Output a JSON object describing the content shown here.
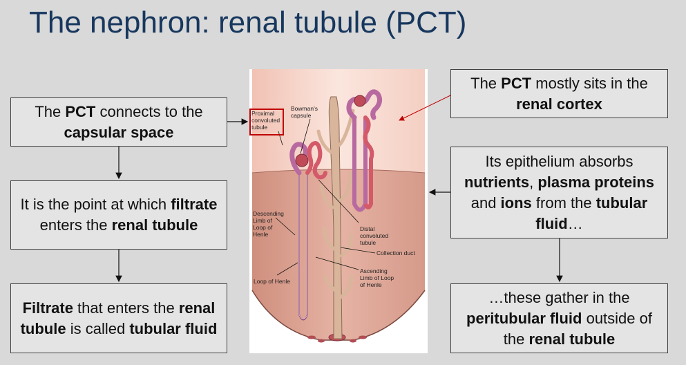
{
  "slide": {
    "title": "The nephron: renal tubule (PCT)"
  },
  "left_boxes": [
    {
      "parts": [
        {
          "t": "The ",
          "b": false
        },
        {
          "t": "PCT",
          "b": true
        },
        {
          "t": " connects to the ",
          "b": false
        },
        {
          "t": "capsular space",
          "b": true
        }
      ]
    },
    {
      "parts": [
        {
          "t": "It is the point at which ",
          "b": false
        },
        {
          "t": "filtrate",
          "b": true
        },
        {
          "t": " enters the ",
          "b": false
        },
        {
          "t": "renal tubule",
          "b": true
        }
      ]
    },
    {
      "parts": [
        {
          "t": "Filtrate",
          "b": true
        },
        {
          "t": " that enters the ",
          "b": false
        },
        {
          "t": "renal tubule",
          "b": true
        },
        {
          "t": " is called ",
          "b": false
        },
        {
          "t": "tubular fluid",
          "b": true
        }
      ]
    }
  ],
  "right_boxes": [
    {
      "parts": [
        {
          "t": "The ",
          "b": false
        },
        {
          "t": "PCT",
          "b": true
        },
        {
          "t": " mostly sits in the ",
          "b": false
        },
        {
          "t": "renal cortex",
          "b": true
        }
      ]
    },
    {
      "parts": [
        {
          "t": "Its epithelium absorbs ",
          "b": false
        },
        {
          "t": "nutrients",
          "b": true
        },
        {
          "t": ", ",
          "b": false
        },
        {
          "t": "plasma proteins",
          "b": true
        },
        {
          "t": " and ",
          "b": false
        },
        {
          "t": "ions",
          "b": true
        },
        {
          "t": " from the ",
          "b": false
        },
        {
          "t": "tubular fluid",
          "b": true
        },
        {
          "t": "…",
          "b": false
        }
      ]
    },
    {
      "parts": [
        {
          "t": "…these gather in the ",
          "b": false
        },
        {
          "t": "peritubular fluid",
          "b": true
        },
        {
          "t": " outside of the ",
          "b": false
        },
        {
          "t": "renal tubule",
          "b": true
        }
      ]
    }
  ],
  "figure": {
    "labels": {
      "proximal": "Proximal\nconvoluted\ntubule",
      "bowmans": "Bowman's\ncapsule",
      "descending": "Descending\nLimb of\nLoop of\nHenle",
      "distal": "Distal\nconvoluted\ntubule",
      "collection": "Collection duct",
      "ascending": "Ascending\nLimb of Loop\nof Henle",
      "loop": "Loop of Henle"
    }
  },
  "colors": {
    "title": "#17375e",
    "background": "#d9d9d9",
    "box_fill": "#e4e4e4",
    "highlight": "#c00000",
    "cortex": "#f7d6cc",
    "medulla": "#dca292",
    "tubule_purple": "#b86aa0",
    "tubule_red": "#d45a6a"
  }
}
